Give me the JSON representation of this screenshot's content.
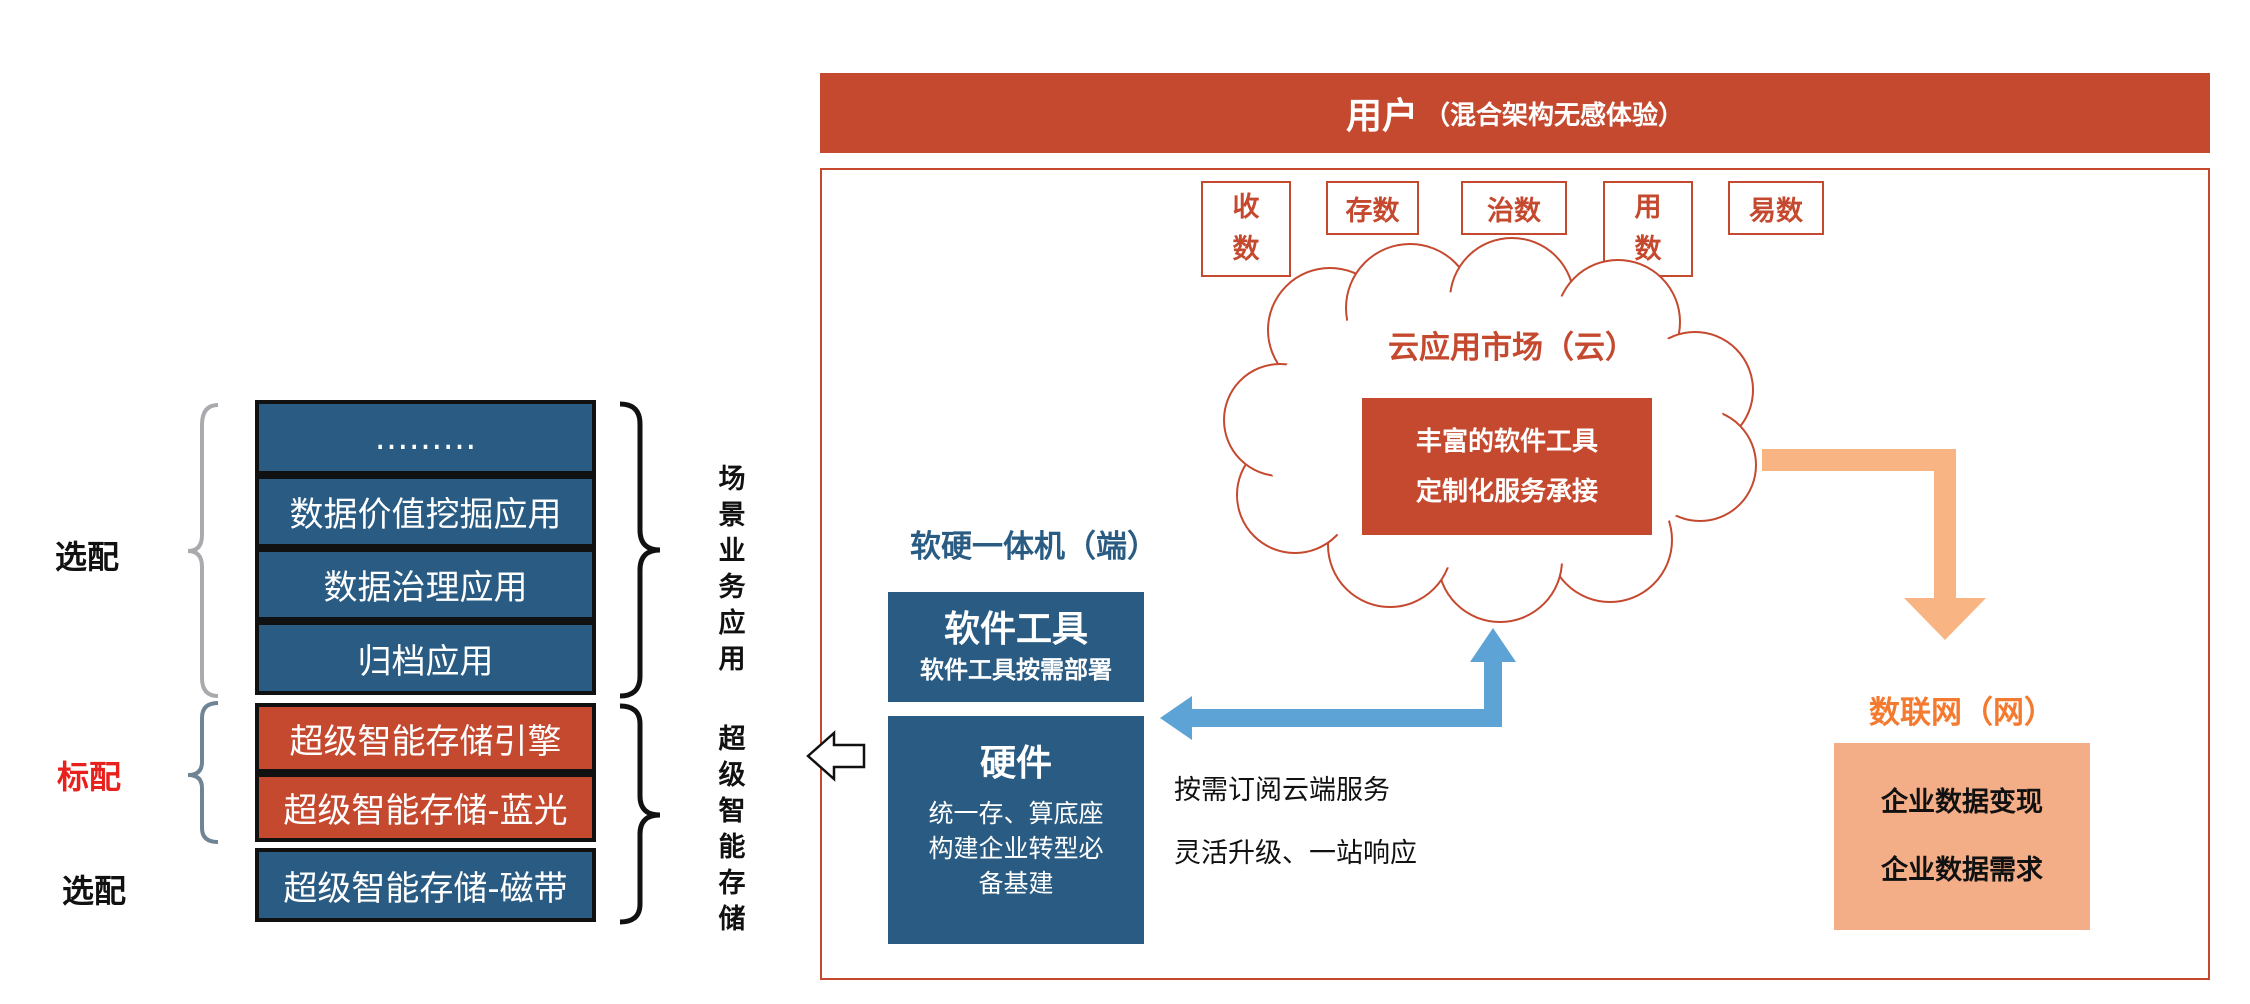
{
  "left": {
    "layers": [
      "………",
      "数据价值挖掘应用",
      "数据治理应用",
      "归档应用",
      "超级智能存储引擎",
      "超级智能存储-蓝光",
      "超级智能存储-磁带"
    ],
    "label_optional_top": "选配",
    "label_standard": "标配",
    "label_optional_bottom": "选配",
    "brace_top_label": [
      "场",
      "景",
      "业",
      "务",
      "应",
      "用"
    ],
    "brace_bottom_label": [
      "超",
      "级",
      "智",
      "能",
      "存",
      "储"
    ]
  },
  "user_bar": {
    "main": "用户",
    "sub": "（混合架构无感体验）"
  },
  "tags": {
    "collect": [
      "收",
      "数"
    ],
    "store": "存数",
    "govern": "治数",
    "use": [
      "用",
      "数"
    ],
    "trade": "易数"
  },
  "cloud": {
    "title": "云应用市场（云）",
    "lines": [
      "丰富的软件工具",
      "定制化服务承接"
    ]
  },
  "combo": {
    "title": "软硬一体机（端）",
    "software_title": "软件工具",
    "software_sub": "软件工具按需部署",
    "hardware_title": "硬件",
    "hardware_desc": [
      "统一存、算底座",
      "构建企业转型必",
      "备基建"
    ]
  },
  "notes": [
    "按需订阅云端服务",
    "灵活升级、一站响应"
  ],
  "network": {
    "title": "数联网（网）",
    "lines": [
      "企业数据变现",
      "企业数据需求"
    ]
  },
  "colors": {
    "brand_red": "#c5492f",
    "brand_blue": "#2a5c83",
    "arrow_blue": "#5da3d6",
    "arrow_orange": "#f8b482",
    "network_fill": "#f3ae88",
    "network_title": "#f47a30",
    "standard_label": "#e8211d"
  }
}
